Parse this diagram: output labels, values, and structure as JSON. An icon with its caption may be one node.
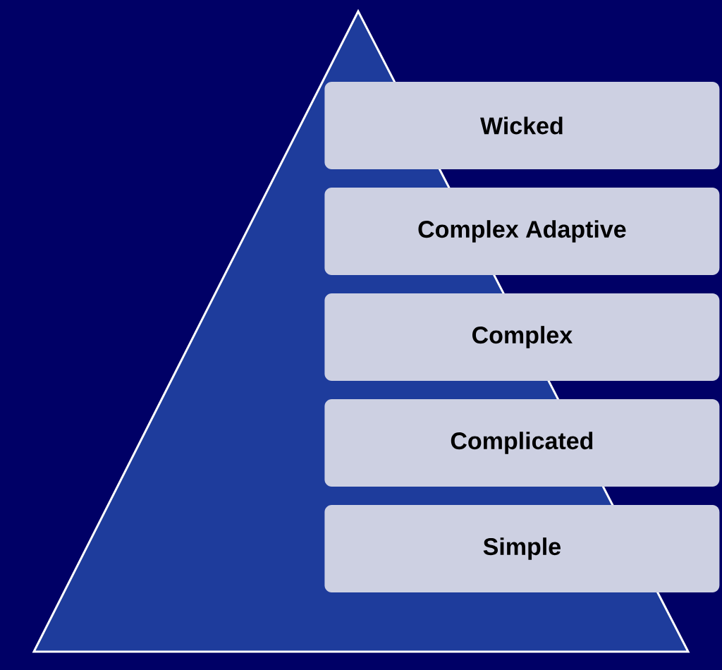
{
  "diagram": {
    "nodes": [
      {
        "text": [
          "Wicked"
        ]
      },
      {
        "text": [
          "Complex Adaptive"
        ]
      },
      {
        "text": [
          "Complex"
        ]
      },
      {
        "text": [
          "Complicated"
        ]
      },
      {
        "text": [
          "Simple"
        ]
      }
    ]
  }
}
